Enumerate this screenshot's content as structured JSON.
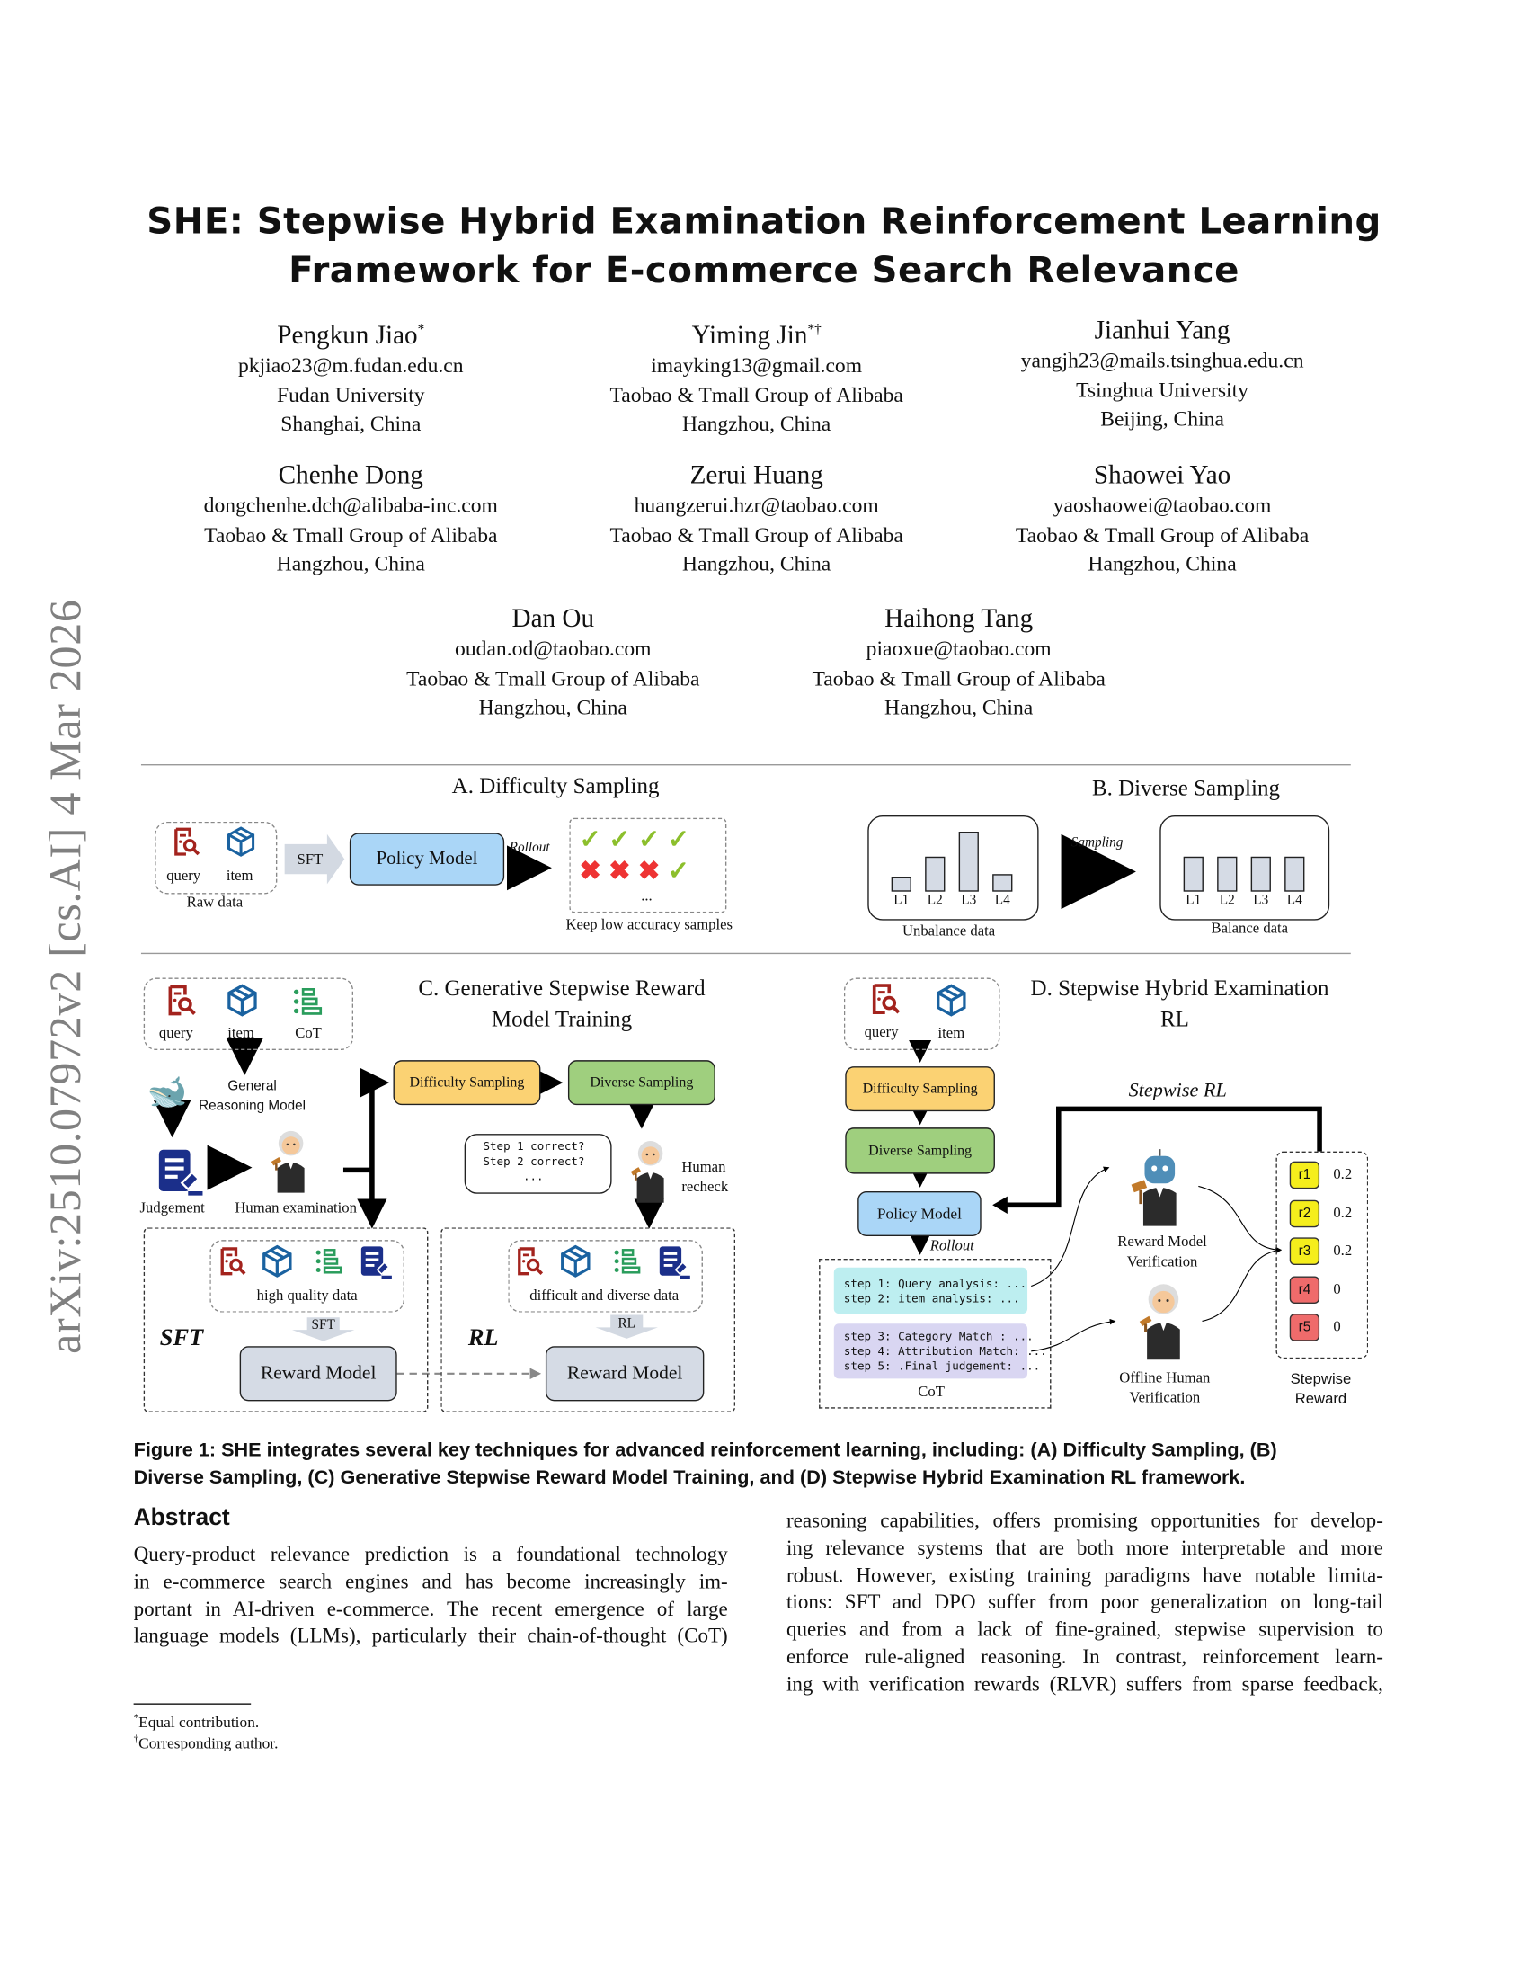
{
  "arxiv_id": "arXiv:2510.07972v2  [cs.AI]  4 Mar 2026",
  "title": [
    "SHE: Stepwise Hybrid Examination Reinforcement Learning",
    "Framework for E-commerce Search Relevance"
  ],
  "authors": [
    {
      "name": "Pengkun Jiao",
      "mark": "*",
      "email": "pkjiao23@m.fudan.edu.cn",
      "affiliation": "Fudan University",
      "location": "Shanghai, China"
    },
    {
      "name": "Yiming Jin",
      "mark": "*†",
      "email": "imayking13@gmail.com",
      "affiliation": "Taobao & Tmall Group of Alibaba",
      "location": "Hangzhou, China"
    },
    {
      "name": "Jianhui Yang",
      "mark": "",
      "email": "yangjh23@mails.tsinghua.edu.cn",
      "affiliation": "Tsinghua University",
      "location": "Beijing, China"
    },
    {
      "name": "Chenhe Dong",
      "mark": "",
      "email": "dongchenhe.dch@alibaba-inc.com",
      "affiliation": "Taobao & Tmall Group of Alibaba",
      "location": "Hangzhou, China"
    },
    {
      "name": "Zerui Huang",
      "mark": "",
      "email": "huangzerui.hzr@taobao.com",
      "affiliation": "Taobao & Tmall Group of Alibaba",
      "location": "Hangzhou, China"
    },
    {
      "name": "Shaowei Yao",
      "mark": "",
      "email": "yaoshaowei@taobao.com",
      "affiliation": "Taobao & Tmall Group of Alibaba",
      "location": "Hangzhou, China"
    },
    {
      "name": "Dan Ou",
      "mark": "",
      "email": "oudan.od@taobao.com",
      "affiliation": "Taobao & Tmall Group of Alibaba",
      "location": "Hangzhou, China"
    },
    {
      "name": "Haihong Tang",
      "mark": "",
      "email": "piaoxue@taobao.com",
      "affiliation": "Taobao & Tmall Group of Alibaba",
      "location": "Hangzhou, China"
    }
  ],
  "figure": {
    "a": {
      "title": "A. Difficulty Sampling",
      "query": "query",
      "item": "item",
      "raw_data": "Raw data",
      "sft": "SFT",
      "policy_model": "Policy Model",
      "rollout": "Rollout",
      "ellipsis": "...",
      "keep": "Keep low accuracy samples"
    },
    "b": {
      "title": "B. Diverse Sampling",
      "levels": [
        "L1",
        "L2",
        "L3",
        "L4"
      ],
      "unbalance_values": [
        1,
        2.3,
        4,
        1.2
      ],
      "balance_values": [
        2.3,
        2.3,
        2.3,
        2.3
      ],
      "unbalance": "Unbalance data",
      "sampling": "Sampling",
      "balance": "Balance data"
    },
    "c": {
      "title": [
        "C. Generative Stepwise Reward",
        "Model Training"
      ],
      "query": "query",
      "item": "item",
      "cot": "CoT",
      "general": [
        "General",
        "Reasoning Model"
      ],
      "judgement": "Judgement",
      "human_exam": "Human examination",
      "difficulty": "Difficulty Sampling",
      "diverse": "Diverse Sampling",
      "bubble": [
        "Step 1 correct?",
        "Step 2 correct?",
        "..."
      ],
      "human_recheck": [
        "Human",
        "recheck"
      ],
      "high_quality": "high quality data",
      "difficult_diverse": "difficult and diverse data",
      "sft_arrow": "SFT",
      "rl_arrow": "RL",
      "sft_label": "SFT",
      "rl_label": "RL",
      "reward_model": "Reward Model"
    },
    "d": {
      "title": [
        "D. Stepwise Hybrid  Examination",
        "RL"
      ],
      "query": "query",
      "item": "item",
      "difficulty": "Difficulty Sampling",
      "diverse": "Diverse Sampling",
      "policy_model": "Policy Model",
      "rollout": "Rollout",
      "steps_a": [
        "step 1: Query  analysis: ...",
        "step 2: item analysis: ..."
      ],
      "steps_b": [
        "step 3: Category Match : ...",
        "step 4: Attribution Match: ...",
        "step 5: .Final judgement: ..."
      ],
      "cot": "CoT",
      "stepwise_rl": "Stepwise RL",
      "rm_verif": [
        "Reward Model",
        "Verification"
      ],
      "human_verif": [
        "Offline Human",
        "Verification"
      ],
      "rewards": [
        {
          "label": "r1",
          "value": "0.2",
          "color": "#f5ee1c"
        },
        {
          "label": "r2",
          "value": "0.2",
          "color": "#f5ee1c"
        },
        {
          "label": "r3",
          "value": "0.2",
          "color": "#f5ee1c"
        },
        {
          "label": "r4",
          "value": "0",
          "color": "#ef6b6b"
        },
        {
          "label": "r5",
          "value": "0",
          "color": "#ef6b6b"
        }
      ],
      "stepwise_reward": [
        "Stepwise",
        "Reward"
      ]
    }
  },
  "caption": [
    "Figure 1: SHE integrates several key techniques for advanced reinforcement learning, including: (A) Difficulty Sampling, (B)",
    "Diverse Sampling, (C) Generative Stepwise Reward Model Training, and (D) Stepwise Hybrid Examination RL framework."
  ],
  "abstract": {
    "heading": "Abstract",
    "left_lines": [
      "Query-product relevance prediction is a foundational technology",
      "in e-commerce search engines and has become increasingly im-",
      "portant in AI-driven e-commerce. The recent emergence of large",
      "language models (LLMs), particularly their chain-of-thought (CoT)"
    ],
    "right_lines": [
      "reasoning capabilities, offers promising opportunities for develop-",
      "ing relevance systems that are both more interpretable and more",
      "robust. However, existing training paradigms have notable limita-",
      "tions: SFT and DPO suffer from poor generalization on long-tail",
      "queries and from a lack of fine-grained, stepwise supervision to",
      "enforce rule-aligned reasoning. In contrast, reinforcement learn-",
      "ing with verification rewards (RLVR) suffers from sparse feedback,"
    ]
  },
  "footnotes": [
    {
      "mark": "*",
      "text": "Equal contribution."
    },
    {
      "mark": "†",
      "text": "Corresponding author."
    }
  ]
}
